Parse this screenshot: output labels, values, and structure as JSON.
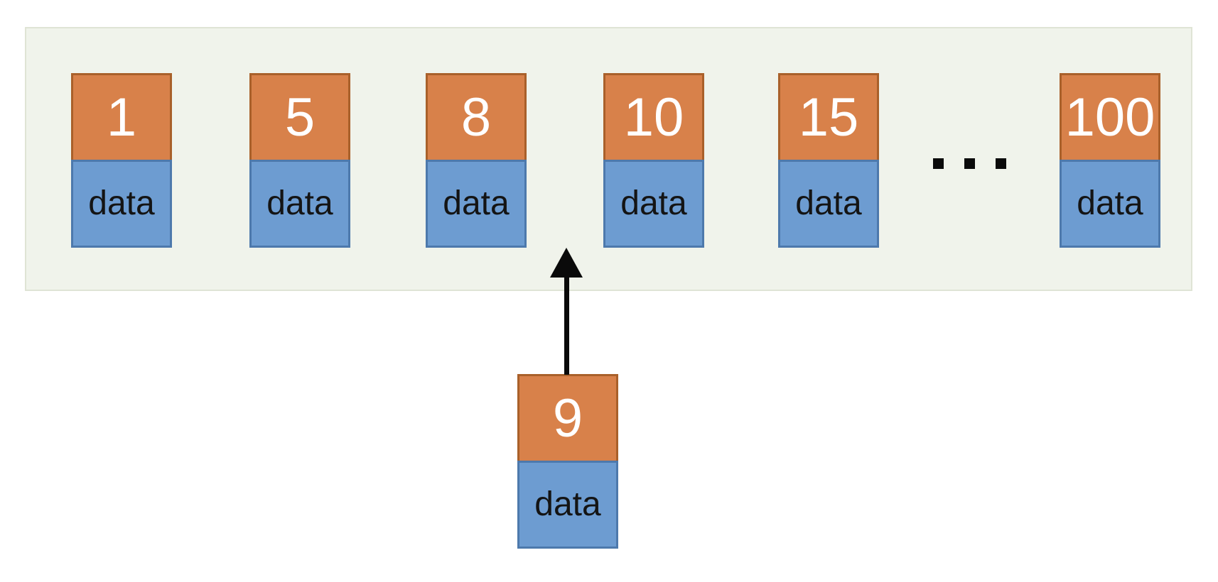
{
  "colors": {
    "key_fill": "#D8814A",
    "key_border": "#A9602A",
    "key_text": "#FFFFFF",
    "data_fill": "#6D9CD1",
    "data_border": "#4D79AC",
    "data_text": "#141414",
    "panel_fill": "#F0F3EB",
    "panel_border": "#DFE4D5",
    "arrow": "#0A0A0A",
    "page_background": "#FFFFFF"
  },
  "array": {
    "nodes": [
      {
        "key": "1",
        "data": "data"
      },
      {
        "key": "5",
        "data": "data"
      },
      {
        "key": "8",
        "data": "data"
      },
      {
        "key": "10",
        "data": "data"
      },
      {
        "key": "15",
        "data": "data"
      },
      {
        "key": "100",
        "data": "data"
      }
    ],
    "ellipsis_icon": "three-black-squares"
  },
  "insert": {
    "key": "9",
    "data": "data"
  }
}
